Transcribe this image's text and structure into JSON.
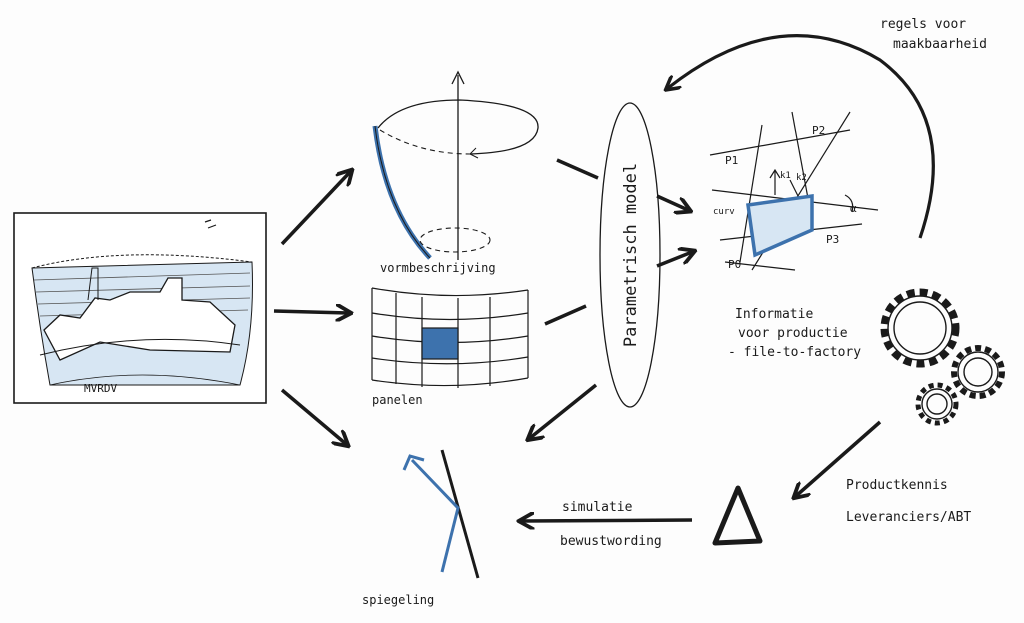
{
  "diagram": {
    "photo_caption": "MVRDV",
    "shape_label": "vormbeschrijving",
    "panels_label": "panelen",
    "mirror_label": "spiegeling",
    "model_label": "Parametrisch model",
    "feedback_label_line1": "regels voor",
    "feedback_label_line2": "maakbaarheid",
    "info_line1": "Informatie",
    "info_line2": "voor productie",
    "info_line3": "- file-to-factory",
    "product_line1": "Productkennis",
    "product_line2": "Leveranciers/ABT",
    "sim_line1": "simulatie",
    "sim_line2": "bewustwording",
    "grid_labels": {
      "p0": "P0",
      "p1": "P1",
      "p2": "P2",
      "p3": "P3",
      "k1": "k1",
      "k2": "k2",
      "curve": "curv",
      "alpha": "α"
    }
  },
  "colors": {
    "ink": "#1a1a1a",
    "accent": "#3d72ad",
    "accent_light": "#d7e6f3"
  }
}
